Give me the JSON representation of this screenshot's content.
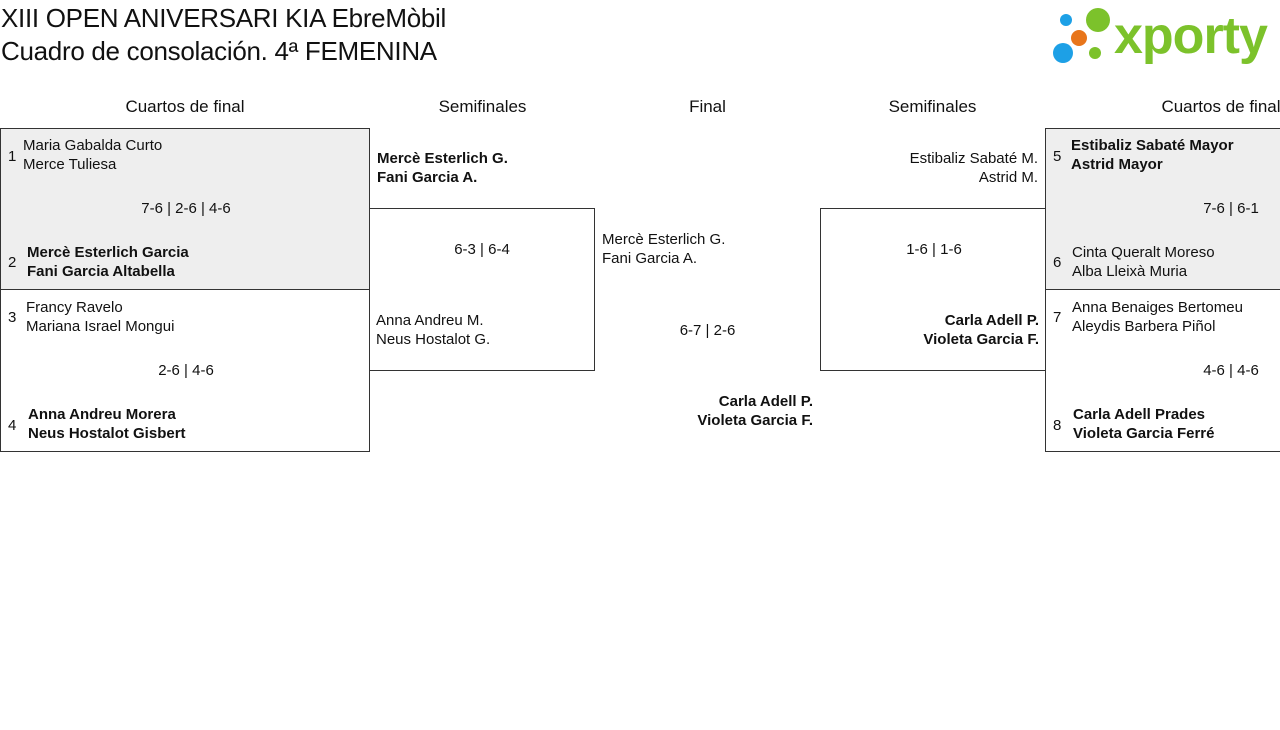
{
  "title": {
    "line1": "XIII OPEN ANIVERSARI KIA EbreMòbil",
    "line2": "Cuadro de consolación. 4ª FEMENINA"
  },
  "logo": {
    "text": "xporty",
    "dot_colors": [
      "#1da0e6",
      "#7cc22b",
      "#e8751a",
      "#1da0e6",
      "#7cc22b"
    ]
  },
  "headers": {
    "qf_left": "Cuartos de final",
    "sf_left": "Semifinales",
    "final": "Final",
    "sf_right": "Semifinales",
    "qf_right": "Cuartos de final"
  },
  "qf_left": [
    {
      "top": {
        "seed": "1",
        "p1": "Maria Gabalda Curto",
        "p2": "Merce Tuliesa"
      },
      "score": "7-6 | 2-6 | 4-6",
      "bottom": {
        "seed": "2",
        "p1": "Mercè Esterlich Garcia",
        "p2": "Fani Garcia Altabella"
      }
    },
    {
      "top": {
        "seed": "3",
        "p1": "Francy Ravelo",
        "p2": "Mariana Israel Mongui"
      },
      "score": "2-6 | 4-6",
      "bottom": {
        "seed": "4",
        "p1": "Anna Andreu Morera",
        "p2": "Neus Hostalot Gisbert"
      }
    }
  ],
  "qf_right": [
    {
      "top": {
        "seed": "5",
        "p1": "Estibaliz Sabaté Mayor",
        "p2": "Astrid Mayor"
      },
      "score": "7-6 | 6-1",
      "bottom": {
        "seed": "6",
        "p1": "Cinta Queralt Moreso",
        "p2": "Alba Lleixà Muria"
      }
    },
    {
      "top": {
        "seed": "7",
        "p1": "Anna Benaiges Bertomeu",
        "p2": "Aleydis Barbera Piñol"
      },
      "score": "4-6 | 4-6",
      "bottom": {
        "seed": "8",
        "p1": "Carla Adell Prades",
        "p2": "Violeta Garcia Ferré"
      }
    }
  ],
  "sf_left": {
    "top": {
      "p1": "Mercè Esterlich G.",
      "p2": "Fani Garcia A."
    },
    "score": "6-3 | 6-4",
    "bottom": {
      "p1": "Anna Andreu M.",
      "p2": "Neus Hostalot G."
    }
  },
  "sf_right": {
    "top": {
      "p1": "Estibaliz Sabaté M.",
      "p2": "Astrid M."
    },
    "score": "1-6 | 1-6",
    "bottom": {
      "p1": "Carla Adell P.",
      "p2": "Violeta Garcia F."
    }
  },
  "final": {
    "left": {
      "p1": "Mercè Esterlich G.",
      "p2": "Fani Garcia A."
    },
    "score": "6-7 | 2-6",
    "winner": {
      "p1": "Carla Adell P.",
      "p2": "Violeta Garcia F."
    }
  }
}
